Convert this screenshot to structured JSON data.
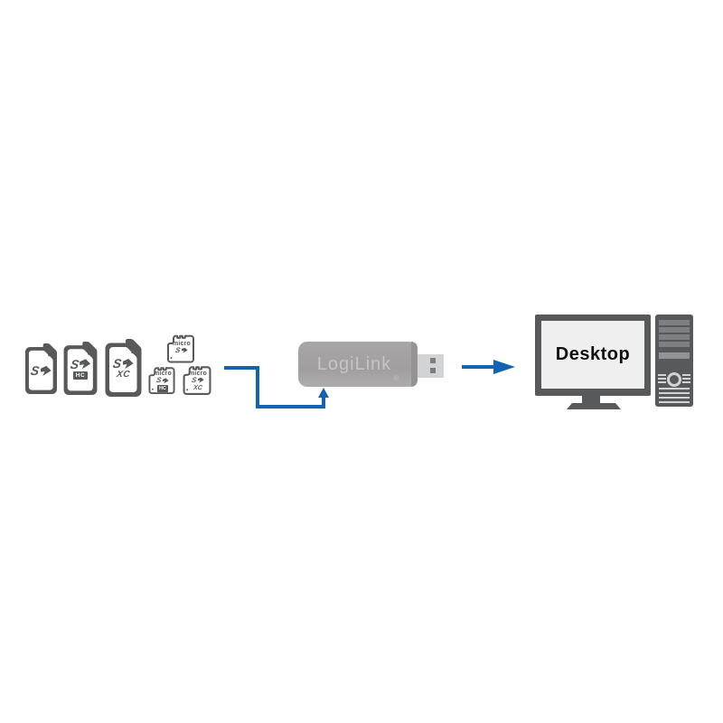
{
  "colors": {
    "outline_dark_gray": "#58595b",
    "reader_body_gray": "#a3a1a2",
    "reader_text_gray": "#c6c4c5",
    "usb_connector_gray": "#d1d3d4",
    "monitor_screen_gray": "#efefef",
    "arrow_blue": "#1263b2",
    "card_fill_white": "#ffffff"
  },
  "memory_cards": {
    "sd": {
      "logo_s": "S"
    },
    "sdhc": {
      "logo_s": "S",
      "suffix": "HC"
    },
    "sdxc": {
      "logo_s": "S",
      "suffix": "XC"
    },
    "micro_sd": {
      "micro": "micro",
      "logo_s": "S"
    },
    "micro_sdhc": {
      "micro": "micro",
      "logo_s": "S",
      "suffix": "HC"
    },
    "micro_sdxc": {
      "micro": "micro",
      "logo_s": "S",
      "suffix": "XC"
    }
  },
  "card_reader": {
    "brand": "LogiLink",
    "registered_mark": "®"
  },
  "computer": {
    "screen_label": "Desktop"
  },
  "icons": {
    "sd_card_icon": "full-size SD memory card outline shape",
    "micro_sd_card_icon": "microSD memory card outline shape",
    "sd_logo_arrow_icon": "stylized SD logo arrow glyph",
    "usb_plug_icon": "USB type-A plug with two contact squares",
    "step_arrow_icon": "blue right-angle stepped arrow pointing up",
    "right_arrow_icon": "blue arrow pointing right",
    "monitor_icon": "desktop monitor with stand",
    "tower_icon": "PC tower with vents",
    "power_button_icon": "round power button ring"
  }
}
